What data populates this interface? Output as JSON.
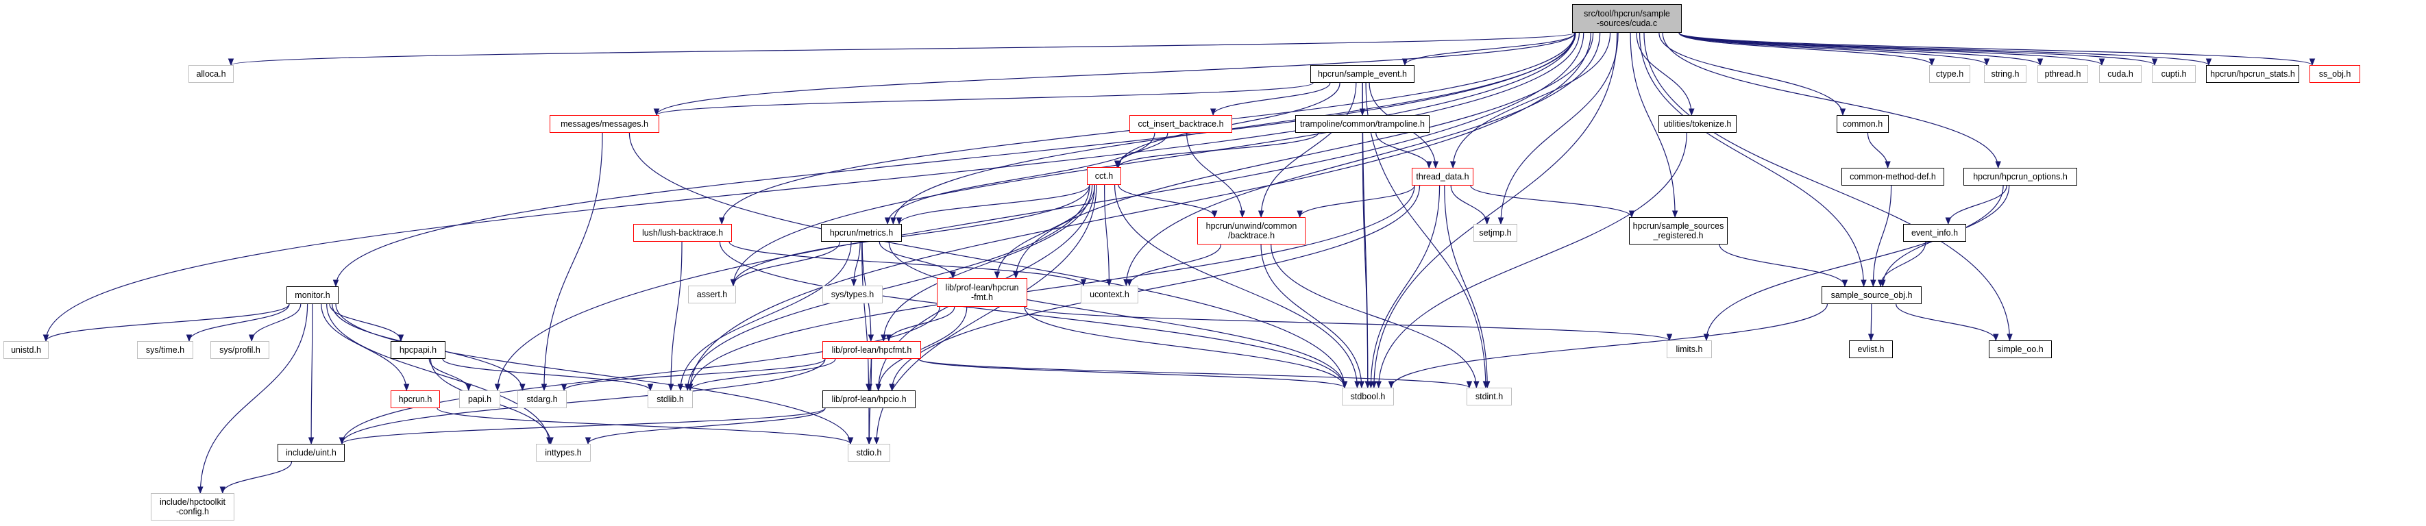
{
  "graph": {
    "title": "src/tool/hpcrun/sample-sources/cuda.c include dependency graph",
    "edge_color": "#191970",
    "legend_colors": {
      "root_fill": "#bfbfbf",
      "documented": "#000000",
      "undocumented_incomplete": "#ff0000",
      "external": "#bfbfbf"
    },
    "nodes": [
      {
        "id": "root",
        "label": "src/tool/hpcrun/sample\n-sources/cuda.c",
        "kind": "root"
      },
      {
        "id": "alloca",
        "label": "alloca.h",
        "kind": "gray"
      },
      {
        "id": "ctype",
        "label": "ctype.h",
        "kind": "gray"
      },
      {
        "id": "string",
        "label": "string.h",
        "kind": "gray"
      },
      {
        "id": "pthread",
        "label": "pthread.h",
        "kind": "gray"
      },
      {
        "id": "cuda",
        "label": "cuda.h",
        "kind": "gray"
      },
      {
        "id": "cupti",
        "label": "cupti.h",
        "kind": "gray"
      },
      {
        "id": "hpcrun_stats",
        "label": "hpcrun/hpcrun_stats.h",
        "kind": "black"
      },
      {
        "id": "ss_obj",
        "label": "ss_obj.h",
        "kind": "red"
      },
      {
        "id": "sample_event",
        "label": "hpcrun/sample_event.h",
        "kind": "black"
      },
      {
        "id": "messages",
        "label": "messages/messages.h",
        "kind": "red"
      },
      {
        "id": "cct_insert",
        "label": "cct_insert_backtrace.h",
        "kind": "red"
      },
      {
        "id": "trampoline",
        "label": "trampoline/common/trampoline.h",
        "kind": "black"
      },
      {
        "id": "tokenize",
        "label": "utilities/tokenize.h",
        "kind": "black"
      },
      {
        "id": "common",
        "label": "common.h",
        "kind": "black"
      },
      {
        "id": "cmdef",
        "label": "common-method-def.h",
        "kind": "black"
      },
      {
        "id": "hpcrun_options",
        "label": "hpcrun/hpcrun_options.h",
        "kind": "black"
      },
      {
        "id": "cct",
        "label": "cct.h",
        "kind": "red"
      },
      {
        "id": "thread_data",
        "label": "thread_data.h",
        "kind": "red"
      },
      {
        "id": "lush",
        "label": "lush/lush-backtrace.h",
        "kind": "red"
      },
      {
        "id": "metrics",
        "label": "hpcrun/metrics.h",
        "kind": "black"
      },
      {
        "id": "backtrace",
        "label": "hpcrun/unwind/common\n/backtrace.h",
        "kind": "red"
      },
      {
        "id": "setjmp",
        "label": "setjmp.h",
        "kind": "gray"
      },
      {
        "id": "ss_registered",
        "label": "hpcrun/sample_sources\n_registered.h",
        "kind": "black"
      },
      {
        "id": "event_info",
        "label": "event_info.h",
        "kind": "black"
      },
      {
        "id": "monitor",
        "label": "monitor.h",
        "kind": "black"
      },
      {
        "id": "assert",
        "label": "assert.h",
        "kind": "gray"
      },
      {
        "id": "systypes",
        "label": "sys/types.h",
        "kind": "gray"
      },
      {
        "id": "hpcrun_fmt",
        "label": "lib/prof-lean/hpcrun\n-fmt.h",
        "kind": "red"
      },
      {
        "id": "ucontext",
        "label": "ucontext.h",
        "kind": "gray"
      },
      {
        "id": "sample_source_obj",
        "label": "sample_source_obj.h",
        "kind": "black"
      },
      {
        "id": "unistd",
        "label": "unistd.h",
        "kind": "gray"
      },
      {
        "id": "systime",
        "label": "sys/time.h",
        "kind": "gray"
      },
      {
        "id": "sysprofil",
        "label": "sys/profil.h",
        "kind": "gray"
      },
      {
        "id": "hpcpapi",
        "label": "hpcpapi.h",
        "kind": "black"
      },
      {
        "id": "hpcfmt",
        "label": "lib/prof-lean/hpcfmt.h",
        "kind": "red"
      },
      {
        "id": "limits",
        "label": "limits.h",
        "kind": "gray"
      },
      {
        "id": "evlist",
        "label": "evlist.h",
        "kind": "black"
      },
      {
        "id": "simple_oo",
        "label": "simple_oo.h",
        "kind": "black"
      },
      {
        "id": "hpcrun_h",
        "label": "hpcrun.h",
        "kind": "red"
      },
      {
        "id": "papi",
        "label": "papi.h",
        "kind": "gray"
      },
      {
        "id": "stdarg",
        "label": "stdarg.h",
        "kind": "gray"
      },
      {
        "id": "stdlib",
        "label": "stdlib.h",
        "kind": "gray"
      },
      {
        "id": "hpcio",
        "label": "lib/prof-lean/hpcio.h",
        "kind": "black"
      },
      {
        "id": "stdbool",
        "label": "stdbool.h",
        "kind": "gray"
      },
      {
        "id": "stdint",
        "label": "stdint.h",
        "kind": "gray"
      },
      {
        "id": "uint",
        "label": "include/uint.h",
        "kind": "black"
      },
      {
        "id": "inttypes",
        "label": "inttypes.h",
        "kind": "gray"
      },
      {
        "id": "stdio",
        "label": "stdio.h",
        "kind": "gray"
      },
      {
        "id": "hpctoolkit_config",
        "label": "include/hpctoolkit\n-config.h",
        "kind": "gray"
      }
    ],
    "edges": [
      [
        "root",
        "alloca"
      ],
      [
        "root",
        "ctype"
      ],
      [
        "root",
        "string"
      ],
      [
        "root",
        "pthread"
      ],
      [
        "root",
        "cuda"
      ],
      [
        "root",
        "cupti"
      ],
      [
        "root",
        "hpcrun_stats"
      ],
      [
        "root",
        "ss_obj"
      ],
      [
        "root",
        "sample_event"
      ],
      [
        "root",
        "messages"
      ],
      [
        "root",
        "monitor"
      ],
      [
        "root",
        "unistd"
      ],
      [
        "root",
        "papi"
      ],
      [
        "root",
        "stdlib"
      ],
      [
        "root",
        "lush"
      ],
      [
        "root",
        "assert"
      ],
      [
        "root",
        "metrics"
      ],
      [
        "root",
        "hpcrun_fmt"
      ],
      [
        "root",
        "ucontext"
      ],
      [
        "root",
        "thread_data"
      ],
      [
        "root",
        "setjmp"
      ],
      [
        "root",
        "stdbool"
      ],
      [
        "root",
        "tokenize"
      ],
      [
        "root",
        "ss_registered"
      ],
      [
        "root",
        "sample_source_obj"
      ],
      [
        "root",
        "common"
      ],
      [
        "root",
        "hpcrun_options"
      ],
      [
        "root",
        "simple_oo"
      ],
      [
        "sample_event",
        "messages"
      ],
      [
        "sample_event",
        "cct_insert"
      ],
      [
        "sample_event",
        "trampoline"
      ],
      [
        "sample_event",
        "cct"
      ],
      [
        "sample_event",
        "backtrace"
      ],
      [
        "sample_event",
        "thread_data"
      ],
      [
        "sample_event",
        "stdbool"
      ],
      [
        "sample_event",
        "stdint"
      ],
      [
        "messages",
        "stdarg"
      ],
      [
        "messages",
        "stdbool"
      ],
      [
        "cct_insert",
        "cct"
      ],
      [
        "cct_insert",
        "backtrace"
      ],
      [
        "cct_insert",
        "metrics"
      ],
      [
        "trampoline",
        "cct"
      ],
      [
        "trampoline",
        "thread_data"
      ],
      [
        "trampoline",
        "stdbool"
      ],
      [
        "cct",
        "metrics"
      ],
      [
        "cct",
        "backtrace"
      ],
      [
        "cct",
        "assert"
      ],
      [
        "cct",
        "ucontext"
      ],
      [
        "cct",
        "hpcrun_fmt"
      ],
      [
        "cct",
        "hpcfmt"
      ],
      [
        "cct",
        "hpcio"
      ],
      [
        "cct",
        "stdbool"
      ],
      [
        "cct",
        "stdlib"
      ],
      [
        "cct",
        "stdio"
      ],
      [
        "thread_data",
        "backtrace"
      ],
      [
        "thread_data",
        "setjmp"
      ],
      [
        "thread_data",
        "ss_registered"
      ],
      [
        "thread_data",
        "hpcio"
      ],
      [
        "thread_data",
        "stdbool"
      ],
      [
        "thread_data",
        "stdint"
      ],
      [
        "thread_data",
        "stdlib"
      ],
      [
        "backtrace",
        "ucontext"
      ],
      [
        "backtrace",
        "stdbool"
      ],
      [
        "backtrace",
        "stdint"
      ],
      [
        "lush",
        "ucontext"
      ],
      [
        "lush",
        "stdlib"
      ],
      [
        "lush",
        "stdbool"
      ],
      [
        "metrics",
        "assert"
      ],
      [
        "metrics",
        "systypes"
      ],
      [
        "metrics",
        "hpcrun_fmt"
      ],
      [
        "metrics",
        "hpcfmt"
      ],
      [
        "metrics",
        "hpcio"
      ],
      [
        "metrics",
        "stdbool"
      ],
      [
        "metrics",
        "stdlib"
      ],
      [
        "hpcrun_fmt",
        "hpcfmt"
      ],
      [
        "hpcrun_fmt",
        "hpcio"
      ],
      [
        "hpcrun_fmt",
        "stdbool"
      ],
      [
        "hpcrun_fmt",
        "limits"
      ],
      [
        "hpcrun_fmt",
        "uint"
      ],
      [
        "hpcfmt",
        "hpcio"
      ],
      [
        "hpcfmt",
        "stdio"
      ],
      [
        "hpcfmt",
        "stdlib"
      ],
      [
        "hpcfmt",
        "stdbool"
      ],
      [
        "hpcfmt",
        "stdint"
      ],
      [
        "hpcfmt",
        "stdarg"
      ],
      [
        "hpcfmt",
        "uint"
      ],
      [
        "hpcio",
        "stdio"
      ],
      [
        "hpcio",
        "inttypes"
      ],
      [
        "hpcio",
        "uint"
      ],
      [
        "tokenize",
        "stdbool"
      ],
      [
        "common",
        "cmdef"
      ],
      [
        "cmdef",
        "sample_source_obj"
      ],
      [
        "hpcrun_options",
        "event_info"
      ],
      [
        "hpcrun_options",
        "sample_source_obj"
      ],
      [
        "hpcrun_options",
        "limits"
      ],
      [
        "event_info",
        "sample_source_obj"
      ],
      [
        "ss_registered",
        "sample_source_obj"
      ],
      [
        "sample_source_obj",
        "evlist"
      ],
      [
        "sample_source_obj",
        "simple_oo"
      ],
      [
        "sample_source_obj",
        "stdbool"
      ],
      [
        "monitor",
        "unistd"
      ],
      [
        "monitor",
        "systime"
      ],
      [
        "monitor",
        "sysprofil"
      ],
      [
        "monitor",
        "hpcpapi"
      ],
      [
        "monitor",
        "hpcrun_h"
      ],
      [
        "monitor",
        "stdarg"
      ],
      [
        "monitor",
        "uint"
      ],
      [
        "monitor",
        "hpctoolkit_config"
      ],
      [
        "monitor",
        "stdio"
      ],
      [
        "monitor",
        "inttypes"
      ],
      [
        "hpcpapi",
        "papi"
      ],
      [
        "hpcpapi",
        "stdlib"
      ],
      [
        "hpcpapi",
        "inttypes"
      ],
      [
        "hpcrun_h",
        "stdio"
      ],
      [
        "uint",
        "hpctoolkit_config"
      ]
    ]
  }
}
